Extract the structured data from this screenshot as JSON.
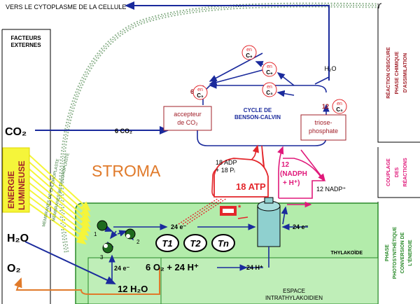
{
  "header": {
    "top": "VERS LE CYTOPLASME DE LA CELLULE"
  },
  "left": {
    "factors": [
      "FACTEURS",
      "EXTERNES"
    ],
    "co2": "CO₂",
    "energy": [
      "ENERGIE",
      "LUMINEUSE"
    ],
    "h2o": "H₂O",
    "o2": "O₂"
  },
  "membrane": [
    "MEMBRANES DE CHLOROPLASTE",
    "MEMBRANES DU CHLOROPLASTE"
  ],
  "stroma": "STROMA",
  "cycle": {
    "title": [
      "CYCLE DE",
      "BENSON-CALVIN"
    ],
    "acceptor": [
      "accepteur",
      "de CO₂"
    ],
    "triose": [
      "triose-",
      "phosphate"
    ],
    "co2_in": "6 CO₂",
    "h2o": "H₂O",
    "c6a": {
      "n": "",
      "top": "en",
      "bot": "C₆"
    },
    "c6b": {
      "n": "",
      "top": "en",
      "bot": "C₆"
    },
    "c3a": {
      "n": "",
      "top": "en",
      "bot": "C₃"
    },
    "c5": {
      "n": "6",
      "top": "en",
      "bot": "C₅"
    },
    "c3b": {
      "n": "12",
      "top": "en",
      "bot": "C₃"
    }
  },
  "coupling": {
    "adp": "18 ADP",
    "pi": "+ 18 Pᵢ",
    "atp": "18 ATP",
    "nadph_n": "12",
    "nadph": "(NADPH",
    "h": "+ H⁺)",
    "nadp": "12 NADP⁺"
  },
  "thylakoid": {
    "label": "THYLAKOÏDE",
    "space": [
      "ESPACE",
      "INTRATHYLAKOIDIEN"
    ],
    "e1": "24 e⁻",
    "e2": "24 e⁻",
    "e3": "24 e⁻",
    "o2_eq": "6 O₂ + 24 H⁺",
    "h_plus": "24 H⁺",
    "water": "12 H₂O",
    "t1": "T1",
    "t2": "T2",
    "tn": "Tn",
    "n1": "1",
    "n2": "2",
    "n3": "3"
  },
  "right": {
    "dark": [
      "RÉACTION OBSCURE",
      "PHASE CHIMIQUE",
      "D'ASSIMILATION"
    ],
    "coupling": [
      "COUPLAGE",
      "DES",
      "RÉACTIONS"
    ],
    "photo": [
      "PHASE",
      "PHOTOSYNTHÉTIQUE",
      "CONVERSION DE",
      "L'ÉNERGIE"
    ]
  },
  "colors": {
    "blue": "#1a2a9c",
    "red": "#e3262b",
    "magenta": "#e0187a",
    "orange": "#e07a2a",
    "green_fill": "#b3ecab",
    "green_border": "#2a8a2a",
    "yellow": "#f5f53a",
    "cyan": "#8fd0cf",
    "dark_red": "#a2202a"
  }
}
